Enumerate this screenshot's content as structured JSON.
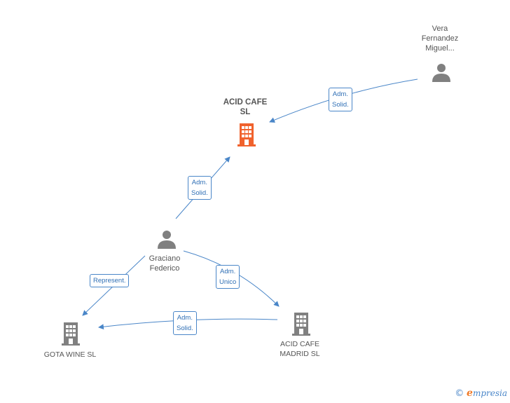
{
  "nodes": {
    "vera": {
      "label": "Vera\nFernandez\nMiguel..."
    },
    "acid_cafe": {
      "label": "ACID CAFE\nSL"
    },
    "graciano": {
      "label": "Graciano\nFederico"
    },
    "gota_wine": {
      "label": "GOTA WINE  SL"
    },
    "acid_madrid": {
      "label": "ACID CAFE\nMADRID  SL"
    }
  },
  "edges": {
    "vera_to_acid": "Adm.\nSolid.",
    "graciano_to_acid": "Adm.\nSolid.",
    "graciano_to_gota": "Represent.",
    "graciano_to_madrid": "Adm.\nUnico",
    "madrid_to_gota": "Adm.\nSolid."
  },
  "footer": {
    "copyright": "©",
    "brand_initial": "e",
    "brand_rest": "mpresia"
  },
  "colors": {
    "edge": "#4a86c8",
    "main_company": "#f0622d",
    "company": "#808080",
    "person": "#808080"
  },
  "icons": {
    "vera": "person-icon",
    "acid_cafe": "building-icon",
    "graciano": "person-icon",
    "gota_wine": "building-icon",
    "acid_madrid": "building-icon"
  }
}
